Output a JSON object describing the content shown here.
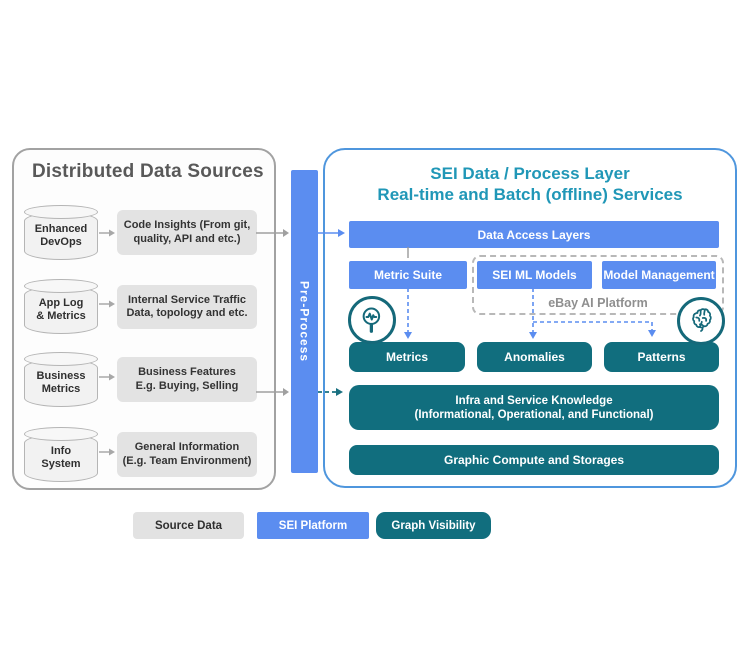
{
  "left_panel": {
    "title": "Distributed Data Sources",
    "rows": [
      {
        "source_lines": [
          "Enhanced",
          "DevOps"
        ],
        "desc_lines": [
          "Code Insights (From git,",
          "quality, API and etc.)"
        ]
      },
      {
        "source_lines": [
          "App Log",
          "& Metrics"
        ],
        "desc_lines": [
          "Internal Service Traffic",
          "Data, topology and etc."
        ]
      },
      {
        "source_lines": [
          "Business",
          "Metrics"
        ],
        "desc_lines": [
          "Business Features",
          "E.g. Buying, Selling"
        ]
      },
      {
        "source_lines": [
          "Info",
          "System"
        ],
        "desc_lines": [
          "General Information",
          "(E.g. Team Environment)"
        ]
      }
    ]
  },
  "preprocess": {
    "label": "Pre-Process"
  },
  "right_panel": {
    "title_lines": [
      "SEI Data / Process Layer",
      "Real-time and Batch (offline) Services"
    ],
    "data_access_label": "Data Access Layers",
    "platform_boxes": [
      "Metric Suite",
      "SEI ML Models",
      "Model Management"
    ],
    "ebay_label": "eBay AI Platform",
    "graph_boxes": [
      "Metrics",
      "Anomalies",
      "Patterns"
    ],
    "infra_lines": [
      "Infra and Service Knowledge",
      "(Informational, Operational, and Functional)"
    ],
    "graphic_label": "Graphic Compute and Storages",
    "icons": [
      "pulse-magnifier-icon",
      "brain-icon"
    ]
  },
  "legend": [
    {
      "label": "Source Data"
    },
    {
      "label": "SEI Platform"
    },
    {
      "label": "Graph Visibility"
    }
  ],
  "colors": {
    "platform_blue": "#5b8df0",
    "graph_teal": "#116e7e",
    "title_teal": "#2097b7",
    "panel_border_blue": "#4f96dd",
    "panel_border_gray": "#a2a2a2",
    "source_gray": "#e3e3e3",
    "icon_teal": "#15697a"
  }
}
